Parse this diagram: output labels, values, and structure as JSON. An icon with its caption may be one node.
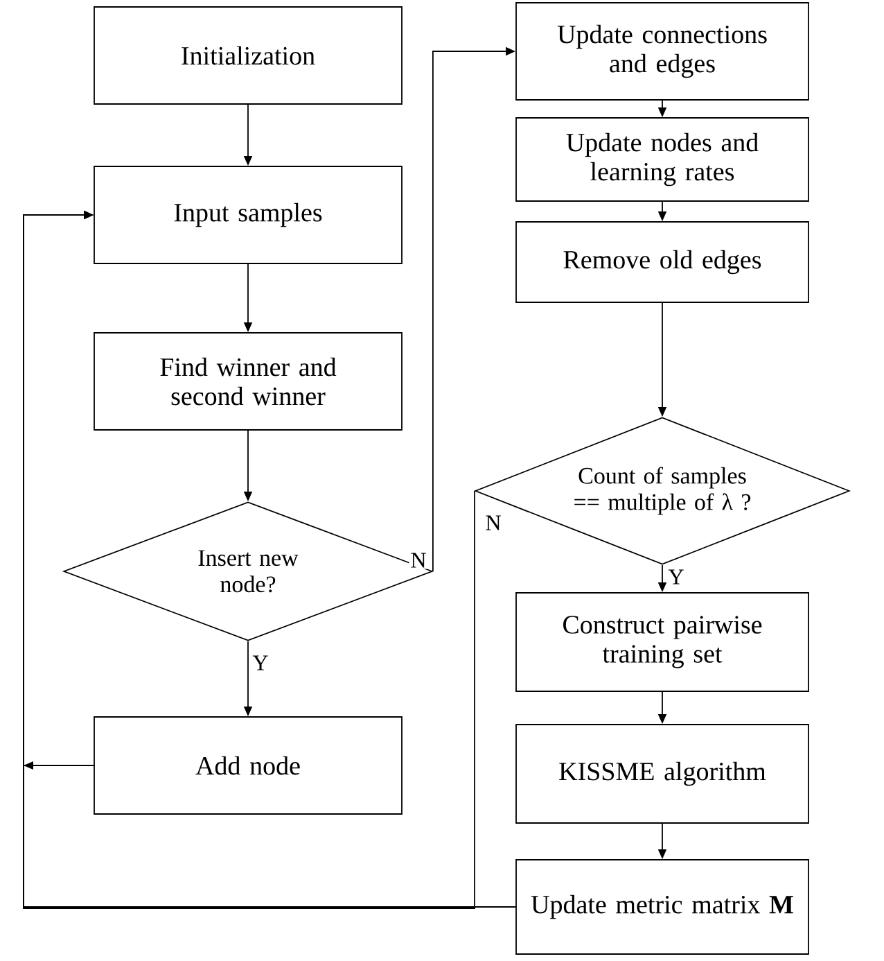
{
  "diagram": {
    "nodes": [
      {
        "text": [
          "Initialization"
        ]
      },
      {
        "text": [
          "Input samples"
        ]
      },
      {
        "text": [
          "Find winner and second winner"
        ]
      },
      {
        "text": [
          "Insert new node?"
        ]
      },
      {
        "text": [
          "Add node"
        ]
      },
      {
        "text": [
          "Update connections and edges"
        ]
      },
      {
        "text": [
          "Update nodes and learning rates"
        ]
      },
      {
        "text": [
          "Remove old edges"
        ]
      },
      {
        "text": [
          "Count of samples == multiple of λ ?"
        ]
      },
      {
        "text": [
          "Construct pairwise training set"
        ]
      },
      {
        "text": [
          "KISSME algorithm"
        ]
      },
      {
        "text": [
          "Update metric matrix **M**"
        ]
      }
    ],
    "edges": [
      {
        "from": 0,
        "to": 1,
        "arrow": "to"
      },
      {
        "from": 1,
        "to": 2,
        "arrow": "to"
      },
      {
        "from": 2,
        "to": 3,
        "arrow": "to"
      },
      {
        "from": 3,
        "to": 4,
        "arrow": "to",
        "label": "Y"
      },
      {
        "from": 3,
        "to": 5,
        "arrow": "to",
        "label": "N"
      },
      {
        "from": 4,
        "to": 1,
        "arrow": "to"
      },
      {
        "from": 5,
        "to": 6,
        "arrow": "to"
      },
      {
        "from": 6,
        "to": 7,
        "arrow": "to"
      },
      {
        "from": 7,
        "to": 8,
        "arrow": "to"
      },
      {
        "from": 8,
        "to": 9,
        "arrow": "to",
        "label": "Y"
      },
      {
        "from": 9,
        "to": 10,
        "arrow": "to"
      },
      {
        "from": 10,
        "to": 11,
        "arrow": "to"
      },
      {
        "from": 8,
        "to": 1,
        "arrow": "to",
        "label": "N"
      },
      {
        "from": 11,
        "to": 1,
        "arrow": "to"
      }
    ]
  }
}
